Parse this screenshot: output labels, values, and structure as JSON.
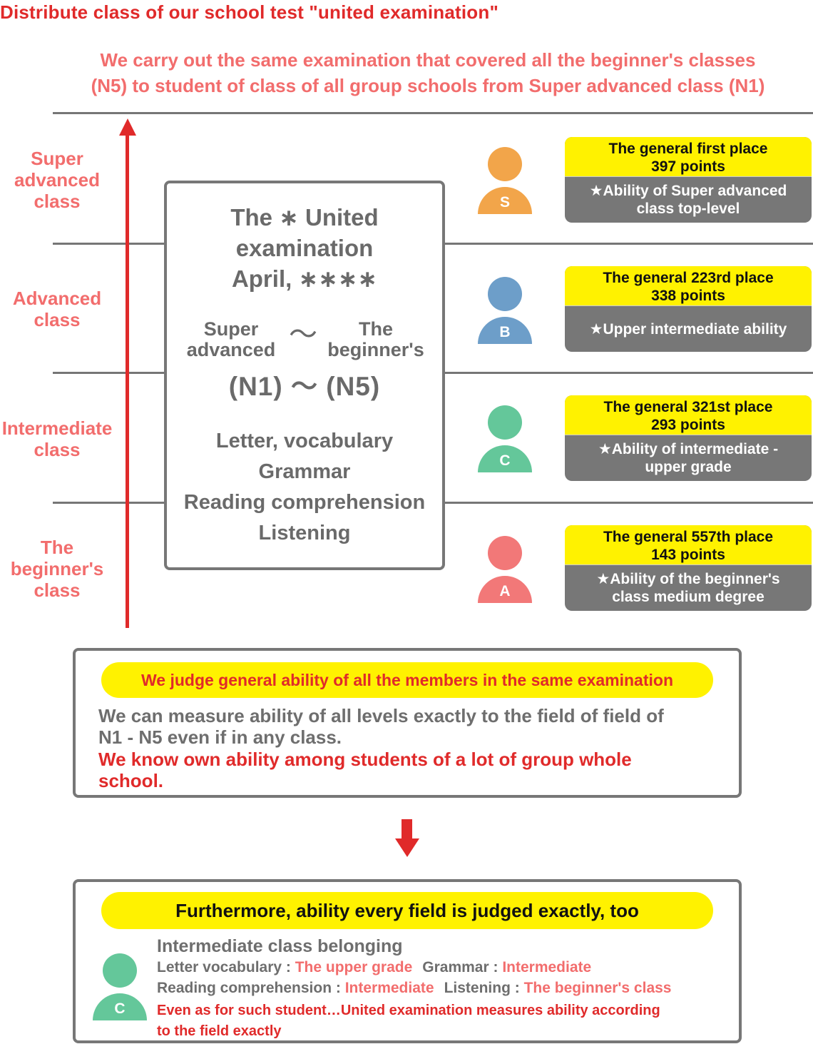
{
  "title": "Distribute class of our school test \"united examination\"",
  "intro": {
    "line1": "We carry out the same examination that covered all the beginner's classes",
    "line2": "(N5) to student of class of all group schools from Super advanced class (N1)"
  },
  "classes": [
    {
      "lines": [
        "Super",
        "advanced",
        "class"
      ]
    },
    {
      "lines": [
        "Advanced",
        "class"
      ]
    },
    {
      "lines": [
        "Intermediate",
        "class"
      ]
    },
    {
      "lines": [
        "The",
        "beginner's",
        "class"
      ]
    }
  ],
  "center_box": {
    "title_lines": [
      "The ∗ United",
      "examination",
      "April, ∗∗∗∗"
    ],
    "left_range": [
      "Super",
      "advanced"
    ],
    "tilde": "〜",
    "right_range": [
      "The",
      "beginner's"
    ],
    "levels": "(N1) 〜 (N5)",
    "subjects": [
      "Letter, vocabulary",
      "Grammar",
      "Reading comprehension",
      "Listening"
    ]
  },
  "students": [
    {
      "grade": "S",
      "color": "#f2a54a",
      "rank": "The general first place",
      "points": "397 points",
      "desc": [
        "★Ability of Super advanced",
        "class top-level"
      ]
    },
    {
      "grade": "B",
      "color": "#6d9ec9",
      "rank": "The general 223rd place",
      "points": "338 points",
      "desc": [
        "★Upper intermediate ability"
      ]
    },
    {
      "grade": "C",
      "color": "#64c79a",
      "rank": "The general 321st place",
      "points": "293 points",
      "desc": [
        "★Ability of intermediate -",
        "upper grade"
      ]
    },
    {
      "grade": "A",
      "color": "#f27878",
      "rank": "The general 557th place",
      "points": "143 points",
      "desc": [
        "★Ability of the beginner's",
        "class medium degree"
      ]
    }
  ],
  "judge_box": {
    "pill": "We judge general ability of all the members in the same examination",
    "gray_lines": [
      "We can measure ability of all levels exactly to the field of field of",
      "N1 - N5 even if in any class."
    ],
    "red_lines": [
      "We know own ability among students of a lot of group whole",
      "school."
    ]
  },
  "further_box": {
    "pill": "Furthermore, ability every field is judged exactly, too",
    "student_grade": "C",
    "student_color": "#64c79a",
    "belonging": "Intermediate class belonging",
    "field1_label": "Letter vocabulary : ",
    "field1_value": "The upper grade",
    "field2_label": "Grammar : ",
    "field2_value": "Intermediate",
    "field3_label": "Reading comprehension : ",
    "field3_value": "Intermediate",
    "field4_label": "Listening : ",
    "field4_value": "The beginner's class",
    "conclusion_lines": [
      "Even as for such student…United examination measures ability according",
      "to the field exactly"
    ]
  },
  "colors": {
    "accent_red": "#e02a2a",
    "pink": "#f26d6d",
    "yellow": "#fff200",
    "gray": "#777777"
  }
}
